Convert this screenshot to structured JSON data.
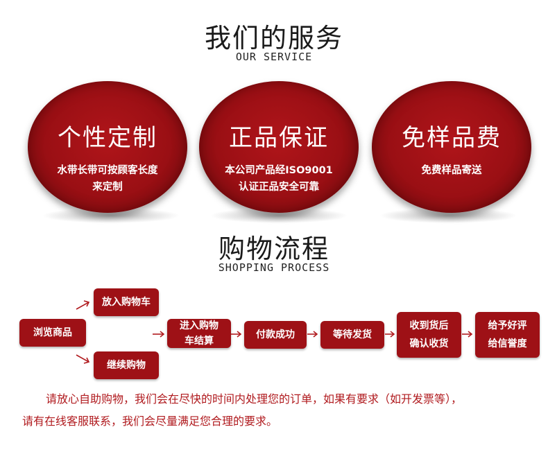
{
  "service": {
    "title": "我们的服务",
    "subtitle": "OUR SERVICE",
    "items": [
      {
        "head": "个性定制",
        "line1": "水带长带可按顾客长度",
        "line2": "来定制"
      },
      {
        "head": "正品保证",
        "line1": "本公司产品经ISO9001",
        "line2": "认证正品安全可靠"
      },
      {
        "head": "免样品费",
        "line1": "免费样品寄送",
        "line2": ""
      }
    ]
  },
  "process": {
    "title": "购物流程",
    "subtitle": "SHOPPING PROCESS",
    "steps": {
      "browse": "浏览商品",
      "add_cart": "放入购物车",
      "continue": "继续购物",
      "checkout_1": "进入购物",
      "checkout_2": "车结算",
      "pay": "付款成功",
      "wait": "等待发货",
      "receive_1": "收到货后",
      "receive_2": "确认收货",
      "review_1": "给予好评",
      "review_2": "给信誉度"
    }
  },
  "note": {
    "line1": "请放心自助购物，我们会在尽快的时间内处理您的订单，如果有要求（如开发票等），",
    "line2": "请有在线客服联系，我们会尽量满足您合理的要求。"
  },
  "colors": {
    "accent": "#9e1116",
    "text": "#1a1a1a"
  }
}
